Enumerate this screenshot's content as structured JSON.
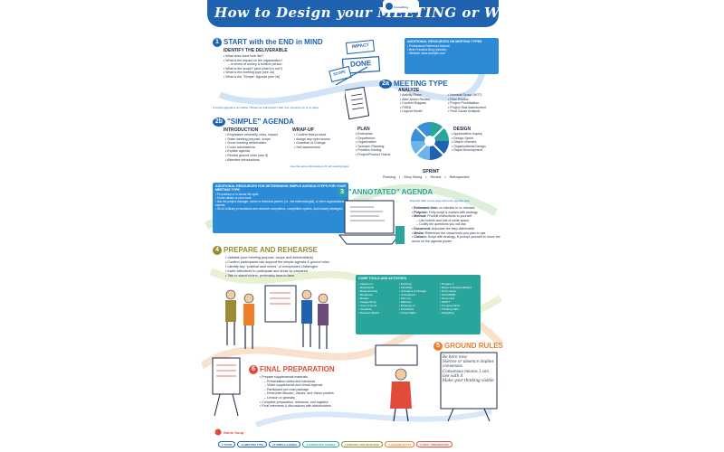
{
  "title": {
    "banner": "How to Design your MEETING or WORKSHOP",
    "logo_text": "Consulting"
  },
  "sec1": {
    "num": "1",
    "title": "START with the END in MIND",
    "subtitle": "IDENTIFY THE DELIVERABLE",
    "items": [
      "What does done look like?",
      "What is the impact on the organization?",
      "In terms of money & fulltime person",
      "What is the scope? (and what it is not?)",
      "What is the meeting type (see 2a)",
      "What is the \"Simple\" Agenda (see 2b)"
    ],
    "note": "A simple agenda is an outline (\"Dhamma Framework\") that may comprise six or so steps",
    "sketch_impact": "IMPACT",
    "sketch_done": "DONE",
    "sketch_scope": "SCOPE"
  },
  "resources_meeting": {
    "title": "ADDITIONAL RESOURCES ON MEETING TYPES",
    "items": [
      "Professional Reference Manual",
      "Best Practices Blog (website)",
      "Website: www.example.com"
    ]
  },
  "sec2a": {
    "num": "2a",
    "title": "MEETING TYPE",
    "analyze_title": "ANALYZE",
    "analyze": [
      "Activity Flows",
      "After Action Review",
      "Context Diagram",
      "FMEA",
      "Logical Model"
    ],
    "right_list": [
      "Nominal Group (NGT)",
      "Peer Review",
      "Project Prioritization",
      "Project Risk Assessment",
      "Root Cause Analysis"
    ],
    "plan_title": "PLAN",
    "plan": [
      "Enterprise",
      "Department",
      "Organization",
      "Scenario Planning",
      "Problem Solving",
      "Project/Product Teams"
    ],
    "design_title": "DESIGN",
    "design": [
      "Appreciative Inquiry",
      "Design Sprint",
      "Object Oriented",
      "Organizational Design",
      "Rapid Development"
    ],
    "sprint_title": "SPRINT",
    "sprint": [
      "Planning",
      "Story Slicing",
      "Review",
      "Retrospective"
    ]
  },
  "sec2b": {
    "num": "2b",
    "title": "\"SIMPLE\" AGENDA",
    "intro_title": "INTRODUCTION",
    "intro": [
      "Emphasize neutrality, roles, impact",
      "State meeting purpose, scope",
      "Show meeting deliverables",
      "Cover administrivia",
      "Explain agenda",
      "Review ground rules (see 5)",
      "Attendee introductions"
    ],
    "wrap_title": "WRAP-UP",
    "wrap": [
      "Confirm final product",
      "Assign any open issues",
      "Guardian of Change",
      "Self-assessment"
    ],
    "note": "Use the same intro/wrap-up for all meeting types"
  },
  "resources_agenda": {
    "title": "ADDITIONAL RESOURCES FOR DETERMINING SIMPLE AGENDA STEPS FOR YOUR MEETING TYPE",
    "items": [
      "Proprietary or in-house life cycle",
      "Some classic or prior work",
      "Ask the project manager, owner or technical partner (i.e., the methodologist), or other organizational experts",
      "Go to a library or bookstore and research competitors, competitive options, and industry strategies"
    ]
  },
  "sec3": {
    "num": "3",
    "title": "\"ANNOTATED\" AGENDA",
    "note": "Expand! Start a new page with each agenda step",
    "items": [
      {
        "label": "Estimated time:",
        "text": "xx minutes to xx minutes"
      },
      {
        "label": "Purpose:",
        "text": "Fully script & explain with analogy"
      },
      {
        "label": "Method:",
        "text": "Provide instructions to yourself"
      }
    ],
    "sub": [
      "Use bullets and lots of white space",
      "Codify the questions you will ask"
    ],
    "items2": [
      {
        "label": "Document:",
        "text": "Articulate the step deliverable"
      },
      {
        "label": "Media:",
        "text": "Reference the visual tools you plan to use"
      },
      {
        "label": "Closure:",
        "text": "Script with analogy, & prompt yourself to move the arrow on the agenda poster"
      }
    ]
  },
  "sec4": {
    "num": "4",
    "title": "PREPARE AND REHEARSE",
    "items": [
      "Validate your meeting purpose, scope and deliverable(s)",
      "Confirm participants can support the simple agenda & ground rules",
      "Identify any \"political land mines\" or unexpected challenges",
      "Invite attendees to participate and show up prepared",
      "Talk to stakeholders, preferably face-to-face"
    ]
  },
  "tools": {
    "title": "CORE TOOLS AND ACTIVITIES",
    "col1": [
      "Alignment",
      "Backwards",
      "Brainstorming",
      "Breakouts",
      "Breaks",
      "Categorizing",
      "Cost of Items",
      "Creativity",
      "Decision Matrix"
    ],
    "col2": [
      "Defining",
      "Flexibility",
      "Grandma of Change",
      "Icebreakers",
      "Is/Is not",
      "Matrices",
      "Parking Lot",
      "Plus/Delta",
      "Power Balls"
    ],
    "col3": [
      "Prepare it",
      "Roles & Responsibilities",
      "Root Cause",
      "SCAMPER",
      "Scorecard",
      "SWOT",
      "Temporal Shift",
      "Thinking Hats",
      "Weighting"
    ]
  },
  "sec5": {
    "num": "5",
    "title": "GROUND RULES",
    "rules": [
      "Be here now",
      "Silence or absence implies consensus",
      "Consensus means: I can live with it",
      "Make your thinking visible"
    ]
  },
  "sec6": {
    "num": "6",
    "title": "FINAL PREPARATION",
    "items": [
      "Prepare supplemental materials",
      "Complete preparation, rehearsal, and logistics",
      "Final interviews & discussions with stakeholders"
    ],
    "sub": [
      "Presentation slides and handouts",
      "Video supplements and visual legends",
      "Participant pre-read package",
      "Enterprise Mission, Values, and Vision posters",
      "Lexicon or glossary"
    ]
  },
  "footer": {
    "brand": "Stone Soup",
    "nav": [
      "1 START",
      "2a MEETING TYPE",
      "2b SIMPLE AGENDA",
      "3 ANNOTATED AGENDA",
      "4 PREPARE AND REHEARSE",
      "5 GROUND RULES",
      "6 FINAL PREPARATION"
    ]
  },
  "colors": {
    "primary": "#1e62b0",
    "accent_blue": "#2c8bd6",
    "teal": "#2aa59b",
    "orange": "#ef7d2b",
    "red": "#e04b3a",
    "olive": "#9a8b36"
  }
}
